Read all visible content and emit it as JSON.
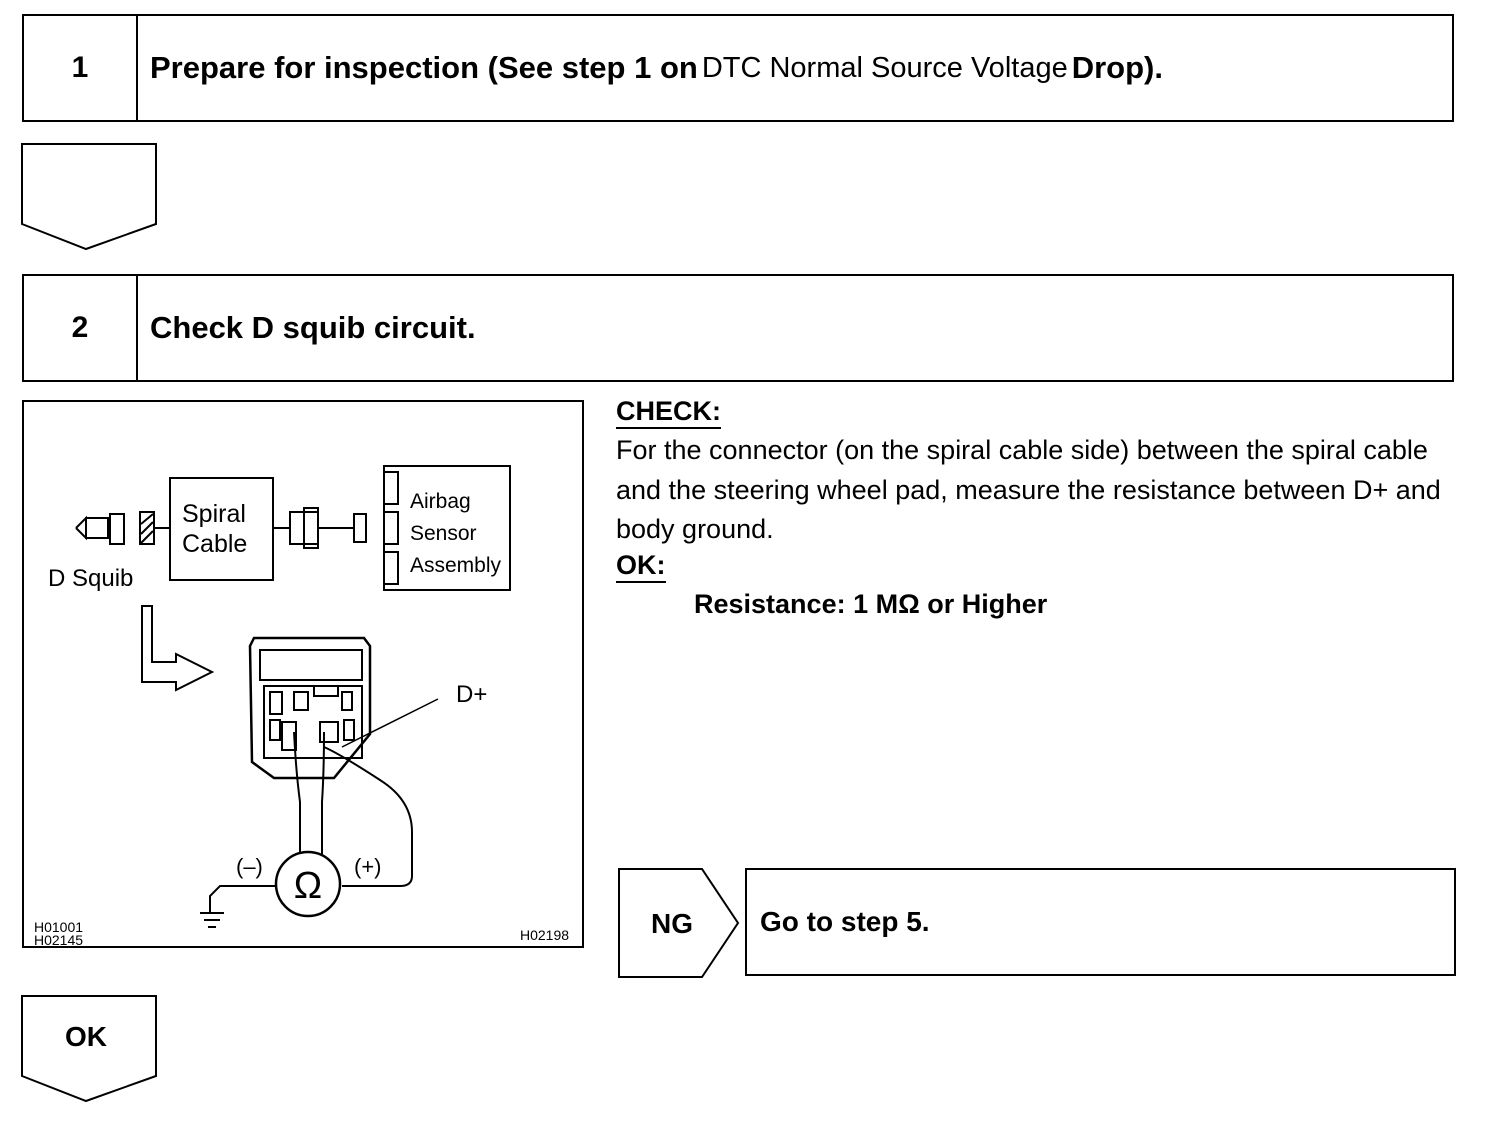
{
  "step1": {
    "number": "1",
    "title_before": "Prepare for inspection (See step 1 on",
    "title_ref": "DTC Normal Source Voltage",
    "title_after": "Drop)."
  },
  "step2": {
    "number": "2",
    "title": "Check D squib circuit."
  },
  "figure": {
    "spiral_cable_line1": "Spiral",
    "spiral_cable_line2": "Cable",
    "airbag_line1": "Airbag",
    "airbag_line2": "Sensor",
    "airbag_line3": "Assembly",
    "d_squib": "D Squib",
    "d_plus": "D+",
    "minus": "(–)",
    "plus": "(+)",
    "ohm": "Ω",
    "code_left_1": "H01001",
    "code_left_2": "H02145",
    "code_right": "H02198"
  },
  "check": {
    "check_label": "CHECK:",
    "check_text": "For the connector (on the spiral cable side) between the spiral cable and the steering wheel pad, measure the resistance between D+ and body ground.",
    "ok_label": "OK:",
    "ok_spec": "Resistance: 1 MΩ or Higher"
  },
  "ng": {
    "label": "NG",
    "text": "Go to step 5."
  },
  "ok_arrow": {
    "label": "OK"
  }
}
